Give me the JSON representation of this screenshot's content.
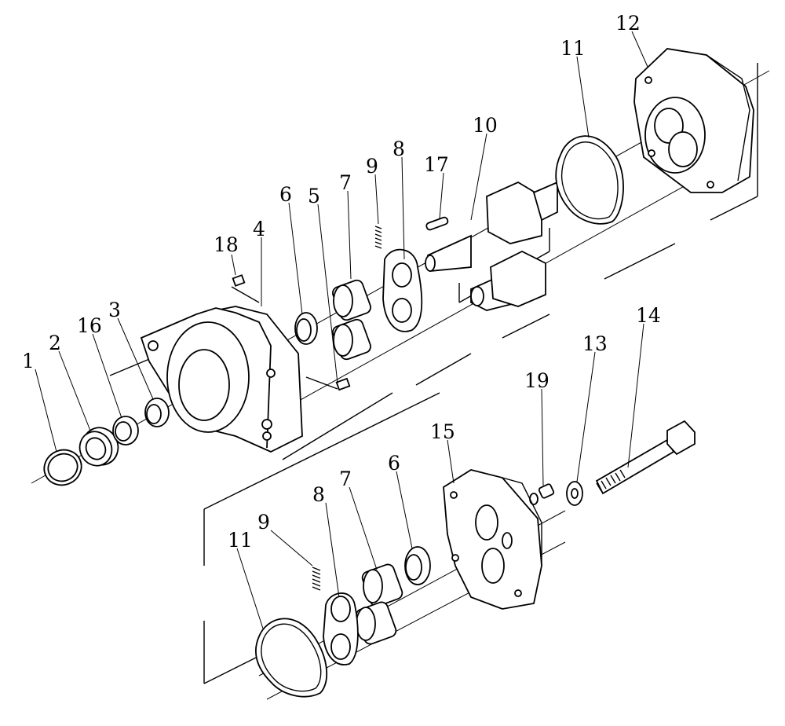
{
  "callouts": {
    "c1": "1",
    "c2": "2",
    "c16": "16",
    "c3": "3",
    "c18": "18",
    "c4": "4",
    "c6a": "6",
    "c5": "5",
    "c7a": "7",
    "c9a": "9",
    "c8a": "8",
    "c17": "17",
    "c10": "10",
    "c11a": "11",
    "c12": "12",
    "c14": "14",
    "c13": "13",
    "c19": "19",
    "c15": "15",
    "c6b": "6",
    "c7b": "7",
    "c8b": "8",
    "c9b": "9",
    "c11b": "11"
  }
}
